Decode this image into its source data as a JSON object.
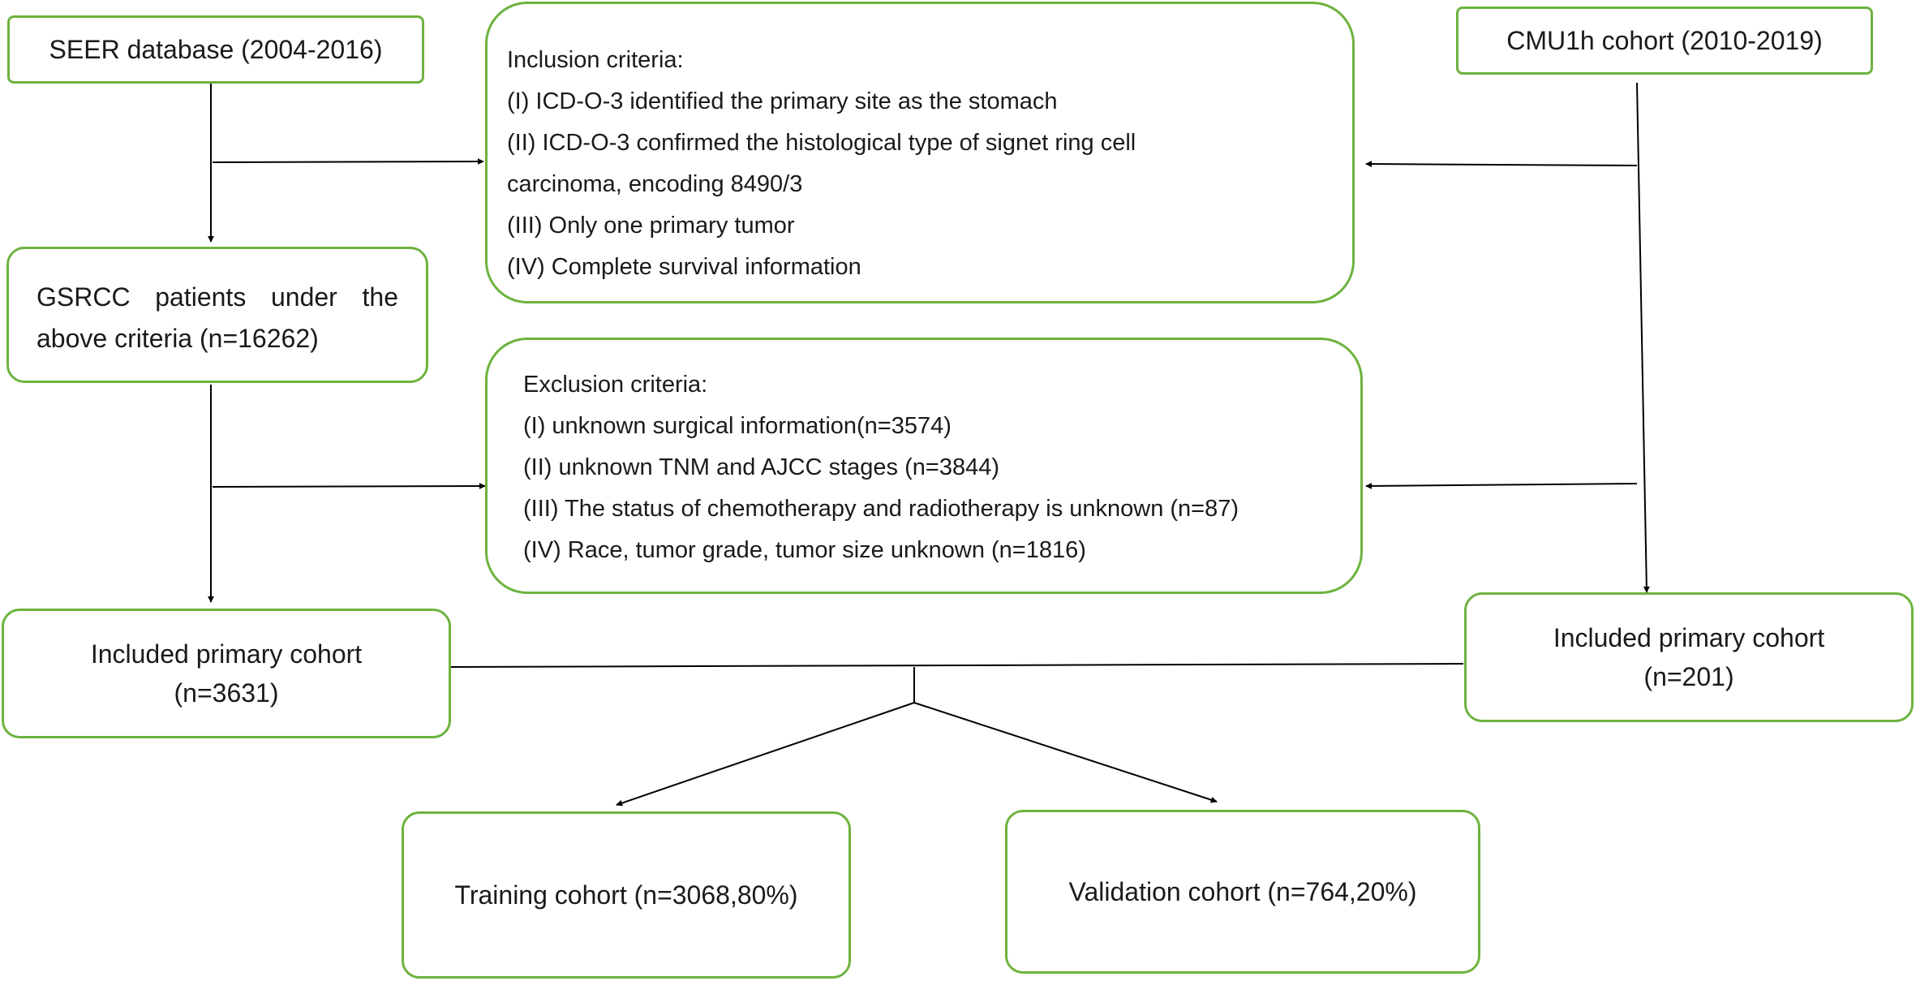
{
  "seer_box": {
    "text": "SEER database (2004-2016)"
  },
  "cmu_box": {
    "text": "CMU1h cohort (2010-2019)"
  },
  "inclusion": {
    "title": "Inclusion criteria:",
    "items": [
      "(I) ICD-O-3 identified the primary site as the stomach",
      "(II) ICD-O-3 confirmed the histological type of signet ring cell",
      "carcinoma, encoding 8490/3",
      "(III) Only one primary tumor",
      "(IV) Complete survival information"
    ]
  },
  "gsrcc_box": {
    "line1": "GSRCC patients under the",
    "line2": "above criteria (n=16262)"
  },
  "exclusion": {
    "title": "Exclusion criteria:",
    "items": [
      "(I) unknown surgical information(n=3574)",
      "(II) unknown TNM and AJCC stages (n=3844)",
      "(III) The status of chemotherapy and radiotherapy is unknown (n=87)",
      "(IV) Race, tumor grade, tumor size unknown (n=1816)"
    ]
  },
  "included_left": {
    "line1": "Included primary cohort",
    "line2": "(n=3631)"
  },
  "included_right": {
    "line1": "Included primary cohort",
    "line2": "(n=201)"
  },
  "training": {
    "text": "Training cohort (n=3068,80%)"
  },
  "validation": {
    "text": "Validation cohort (n=764,20%)"
  },
  "colors": {
    "box_border": "#6db33f",
    "line": "#000000",
    "text": "#1a1a1a"
  }
}
